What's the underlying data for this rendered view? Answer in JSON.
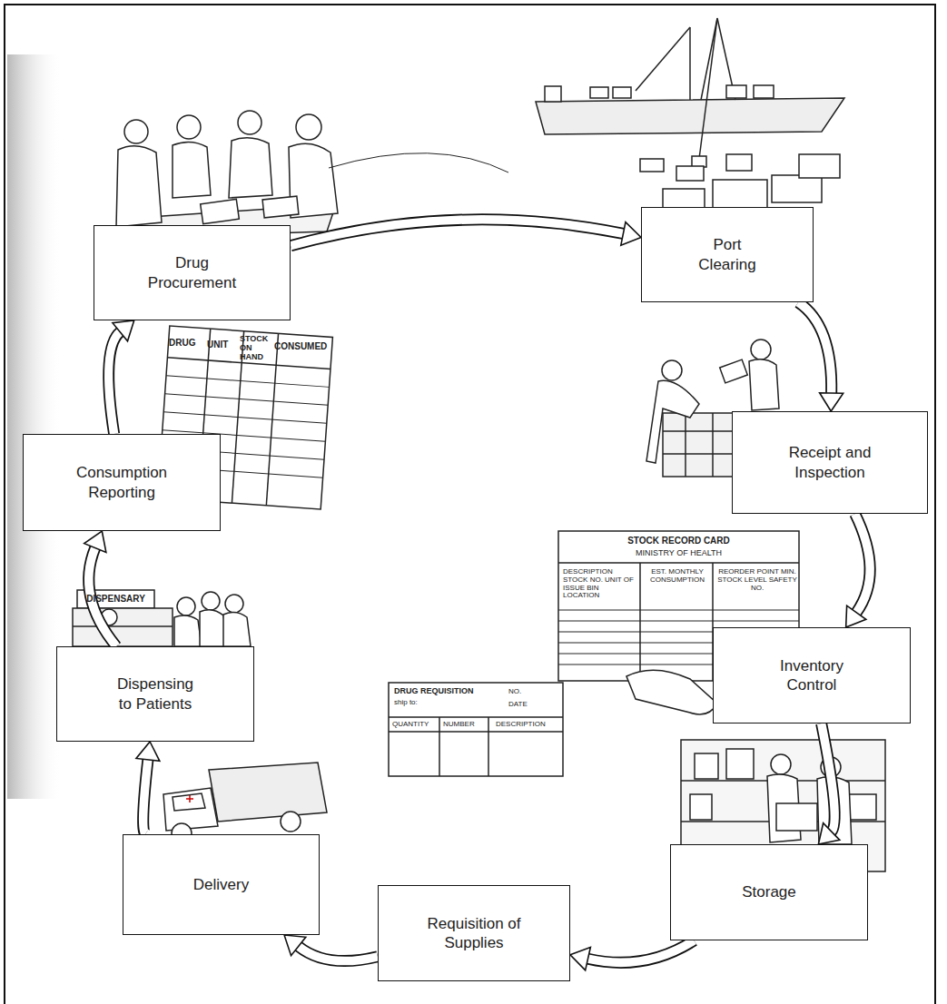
{
  "diagram": {
    "nodes": [
      {
        "text": [
          "Drug Procurement"
        ]
      },
      {
        "text": [
          "Port Clearing"
        ]
      },
      {
        "text": [
          "Receipt and Inspection"
        ]
      },
      {
        "text": [
          "Inventory Control"
        ]
      },
      {
        "text": [
          "Storage"
        ]
      },
      {
        "text": [
          "Requisition of Supplies"
        ]
      },
      {
        "text": [
          "Delivery"
        ]
      },
      {
        "text": [
          "Dispensing to Patients"
        ]
      },
      {
        "text": [
          "Consumption Reporting"
        ]
      }
    ],
    "edges": [
      {
        "from": 0,
        "to": 1,
        "arrow": "to"
      },
      {
        "from": 1,
        "to": 2,
        "arrow": "to"
      },
      {
        "from": 2,
        "to": 3,
        "arrow": "to"
      },
      {
        "from": 3,
        "to": 4,
        "arrow": "to"
      },
      {
        "from": 4,
        "to": 5,
        "arrow": "to"
      },
      {
        "from": 5,
        "to": 6,
        "arrow": "to"
      },
      {
        "from": 6,
        "to": 7,
        "arrow": "to"
      },
      {
        "from": 7,
        "to": 8,
        "arrow": "to"
      },
      {
        "from": 8,
        "to": 0,
        "arrow": "to"
      }
    ],
    "labels": [
      "DRUG",
      "UNIT",
      "STOCK ON HAND",
      "CONSUMED",
      "STOCK RECORD CARD",
      "MINISTRY OF HEALTH",
      "DESCRIPTION STOCK NO. UNIT OF ISSUE BIN LOCATION",
      "EST. MONTHLY CONSUMPTION",
      "REORDER POINT MIN. STOCK LEVEL SAFETY NO.",
      "DRUG REQUISITION",
      "ship to:",
      "NO.",
      "DATE",
      "QUANTITY",
      "NUMBER",
      "DESCRIPTION",
      "DISPENSARY"
    ]
  }
}
